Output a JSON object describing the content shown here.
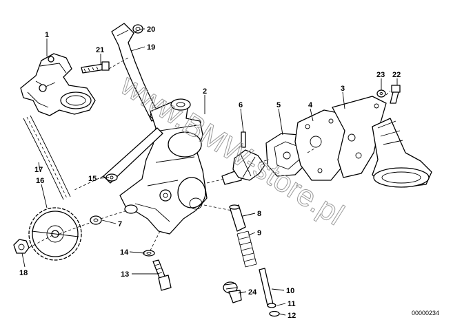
{
  "callouts": [
    "1",
    "2",
    "3",
    "4",
    "5",
    "6",
    "7",
    "8",
    "9",
    "10",
    "11",
    "12",
    "13",
    "14",
    "15",
    "16",
    "17",
    "18",
    "19",
    "20",
    "21",
    "22",
    "23",
    "24"
  ],
  "reference_number": "00000234",
  "watermark": "www.BMW-store.pl"
}
